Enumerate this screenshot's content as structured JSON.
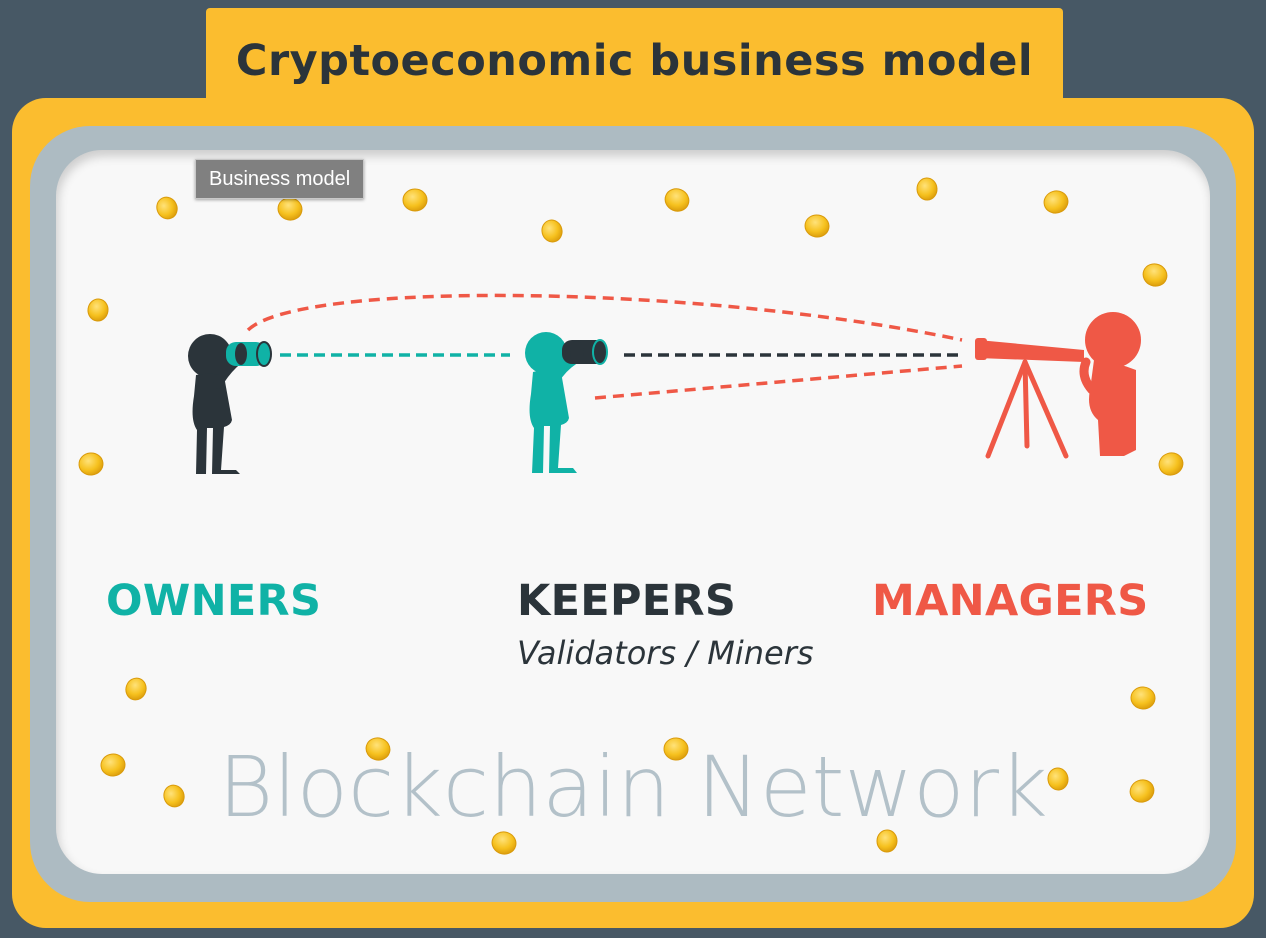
{
  "header": {
    "title": "Cryptoeconomic business model"
  },
  "tooltip": {
    "text": "Business model"
  },
  "roles": [
    {
      "label": "OWNERS",
      "color": "#10B2A6"
    },
    {
      "label": "KEEPERS",
      "subtitle": "Validators / Miners",
      "color": "#2b343a"
    },
    {
      "label": "MANAGERS",
      "color": "#EF5846"
    }
  ],
  "network": {
    "label": "Blockchain Network",
    "color": "#B3C1C9"
  },
  "colors": {
    "coin": "#F6C11E",
    "frame_yellow": "#FBBD2F",
    "frame_grey": "#ADBBC2",
    "background": "#475865",
    "owner_figure": "#2b343a",
    "keeper_figure": "#10B2A6",
    "manager_figure": "#EF5846"
  },
  "icons": [
    "coin-icon",
    "owner-binoculars-figure",
    "keeper-binoculars-figure",
    "manager-telescope-figure"
  ]
}
